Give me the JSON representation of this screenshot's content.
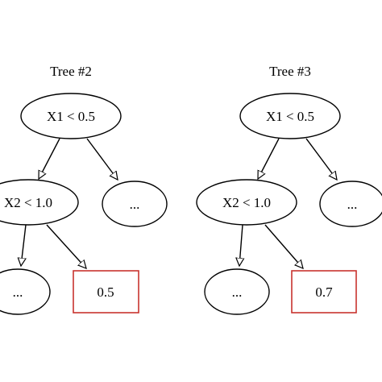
{
  "colors": {
    "leaf_border": "#c8332f",
    "stroke": "#000000",
    "background": "#ffffff"
  },
  "trees": [
    {
      "title": "Tree #2",
      "root": "X1 < 0.5",
      "root_right": "...",
      "inner": "X2 < 1.0",
      "inner_left": "...",
      "leaf": "0.5"
    },
    {
      "title": "Tree #3",
      "root": "X1 < 0.5",
      "root_right": "...",
      "inner": "X2 < 1.0",
      "inner_left": "...",
      "leaf": "0.7"
    }
  ]
}
